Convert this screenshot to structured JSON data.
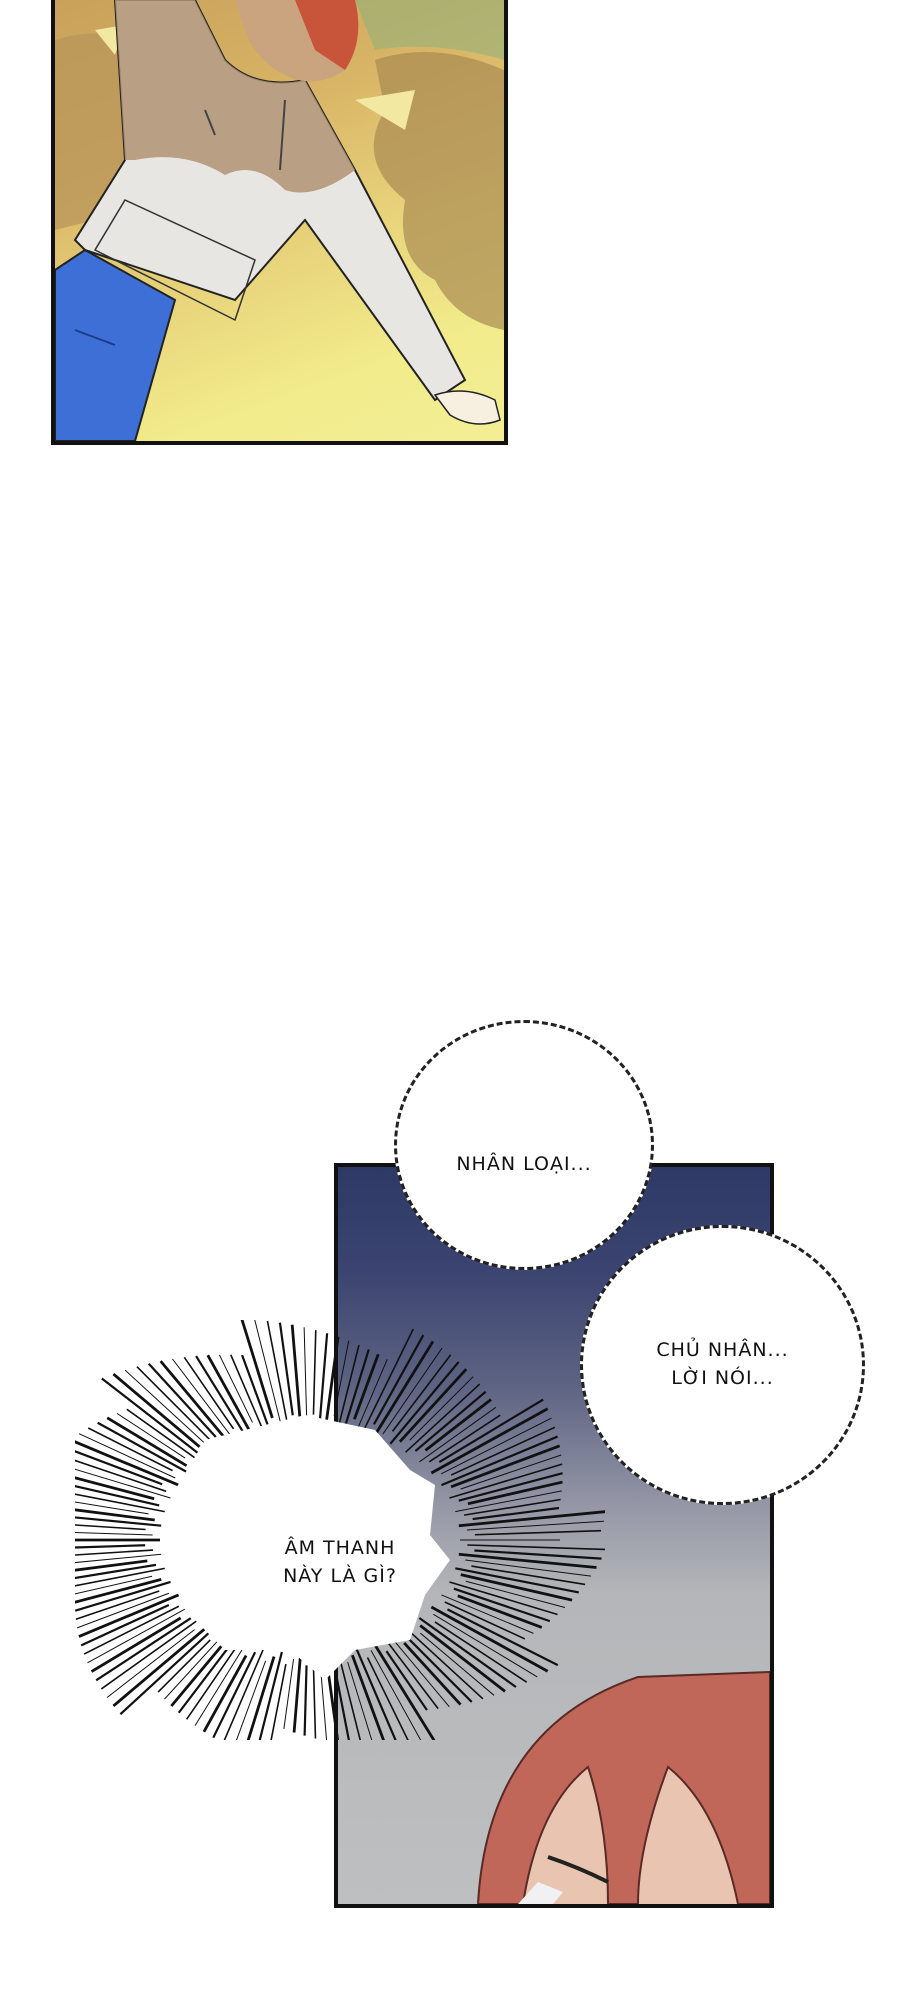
{
  "page": {
    "type": "webtoon-strip",
    "background": "#ffffff"
  },
  "panels": [
    {
      "id": "panel-top",
      "description": "Girl in hoodie and blue jeans lying on grass, arms outstretched, sunlight and shadows",
      "colors": {
        "grass": "#f0e98a",
        "shadow": "#b89a5e",
        "hoodie": "#e8e6e2",
        "jeans": "#3d6fd6",
        "hair": "#c8553a"
      }
    },
    {
      "id": "panel-bottom",
      "description": "Dark blue to grey gradient background, red-haired character with closed eyes at lower right",
      "colors": {
        "top": "#2e3966",
        "bottom": "#bdbfc0",
        "hair": "#c0675a"
      }
    }
  ],
  "bubbles": {
    "thought1": {
      "text": "NHÂN LOẠI..."
    },
    "thought2": {
      "text": "CHỦ NHÂN...\nLỜI NÓI..."
    },
    "burst": {
      "text": "ÂM THANH\nNÀY LÀ GÌ?"
    }
  }
}
